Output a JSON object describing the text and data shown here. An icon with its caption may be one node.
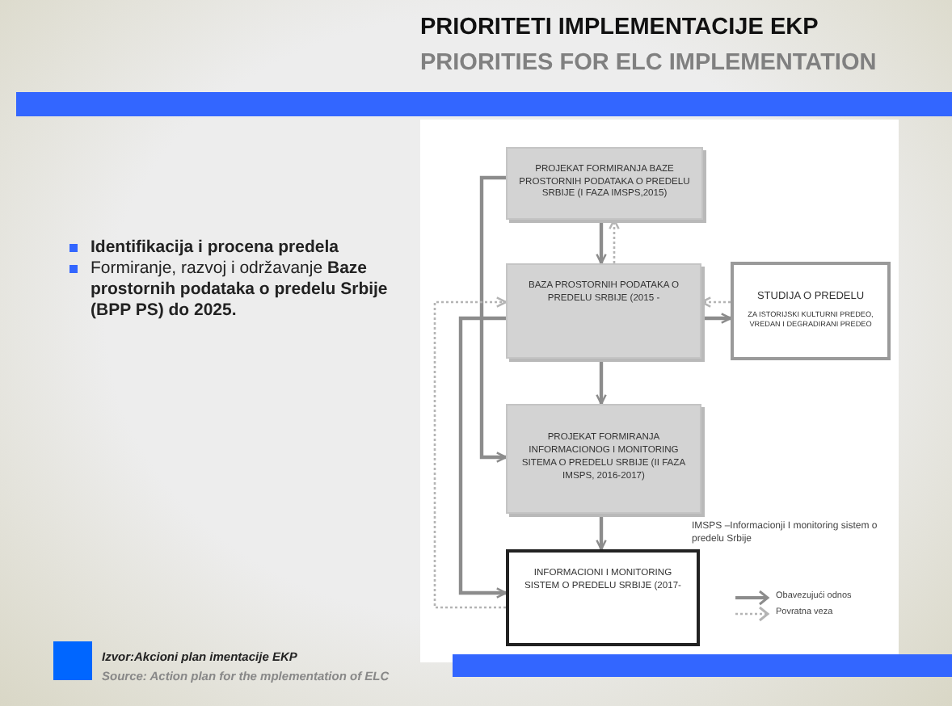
{
  "diagram": {
    "title": "PRIORITETI IMPLEMENTACIJE EKP",
    "nodes": [
      {
        "text": [
          "PROJEKAT FORMIRANJA BAZE PROSTORNIH PODATAKA O PREDELU SRBIJE (I FAZA IMSPS,2015)"
        ]
      },
      {
        "text": [
          "BAZA PROSTORNIH PODATAKA O PREDELU SRBIJE (2015 -"
        ]
      },
      {
        "text": [
          "STUDIJA O PREDELU",
          "ZA ISTORIJSKI KULTURNI PREDEO, VREDAN I DEGRADIRANI PREDEO"
        ]
      },
      {
        "text": [
          "PROJEKAT FORMIRANJA INFORMACIONOG I MONITORING SITEMA O PREDELU SRBIJE (II FAZA IMSPS, 2016-2017)"
        ]
      },
      {
        "text": [
          "INFORMACIONI I MONITORING SISTEM O PREDELU SRBIJE (2017-"
        ]
      }
    ],
    "edges": [
      {
        "from": 0,
        "to": 1,
        "arrow": "to"
      },
      {
        "from": 1,
        "to": 0,
        "arrow": "to",
        "style": "dashed",
        "color": "#b4b4b4"
      },
      {
        "from": 2,
        "to": 1,
        "arrow": "to",
        "style": "dashed",
        "color": "#b4b4b4"
      },
      {
        "from": 1,
        "to": 2,
        "arrow": "to"
      },
      {
        "from": 1,
        "to": 3,
        "arrow": "to"
      },
      {
        "from": 3,
        "to": 4,
        "arrow": "to"
      },
      {
        "from": 0,
        "to": 3,
        "arrow": "to"
      },
      {
        "from": 1,
        "to": 4,
        "arrow": "to"
      },
      {
        "from": 4,
        "to": 1,
        "arrow": "to",
        "style": "dashed",
        "color": "#b4b4b4"
      }
    ],
    "labels": [
      "PRIORITIES FOR ELC IMPLEMENTATION",
      "Identifikacija i procena predela",
      "Formiranje,  razvoj i  održavanje **Baze prostornih podataka o predelu Srbije (BPP PS) do 2025.**",
      "IMSPS –Informacionji I monitoring sistem o predelu Srbije",
      "Izvor:Akcioni plan imentacije EKP",
      "Source: Action plan for  the mplementation of ELC"
    ],
    "legend": [
      {
        "text": "Obavezujući odnos"
      },
      {
        "text": "Povratna veza"
      }
    ]
  }
}
